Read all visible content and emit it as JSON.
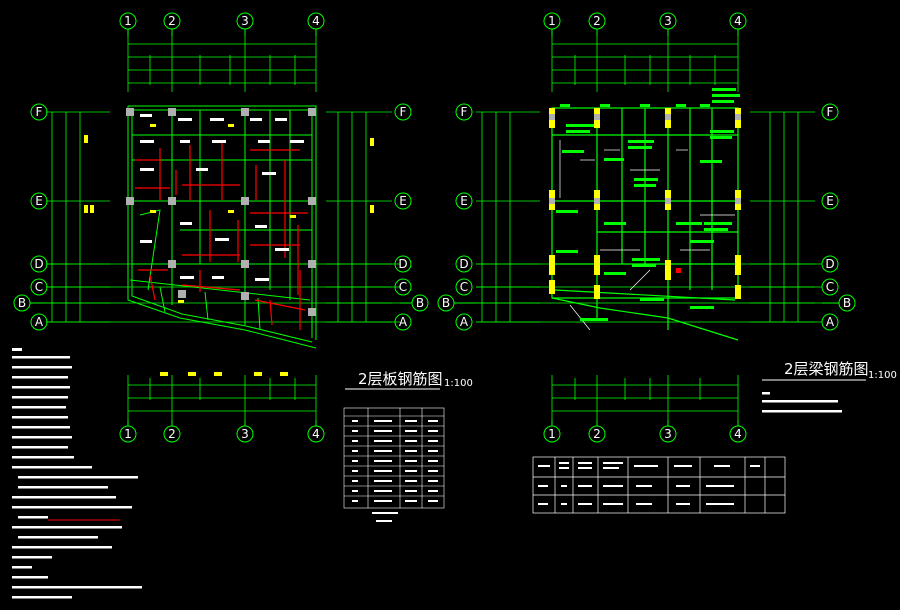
{
  "drawing_left": {
    "title": "2层板钢筋图",
    "scale": "1:100",
    "col_axes": [
      "1",
      "2",
      "3",
      "4"
    ],
    "row_axes": [
      "F",
      "E",
      "D",
      "C",
      "B",
      "A"
    ]
  },
  "drawing_right": {
    "title": "2层梁钢筋图",
    "scale": "1:100",
    "col_axes": [
      "1",
      "2",
      "3",
      "4"
    ],
    "row_axes": [
      "F",
      "E",
      "D",
      "C",
      "B",
      "A"
    ]
  },
  "colors": {
    "background": "#000000",
    "grid_green": "#00ff00",
    "rebar_red": "#ff0000",
    "column_gray": "#b0b0b0",
    "annotation_yellow": "#ffff00",
    "text_white": "#ffffff",
    "annotation_cyan": "#00ffff"
  }
}
